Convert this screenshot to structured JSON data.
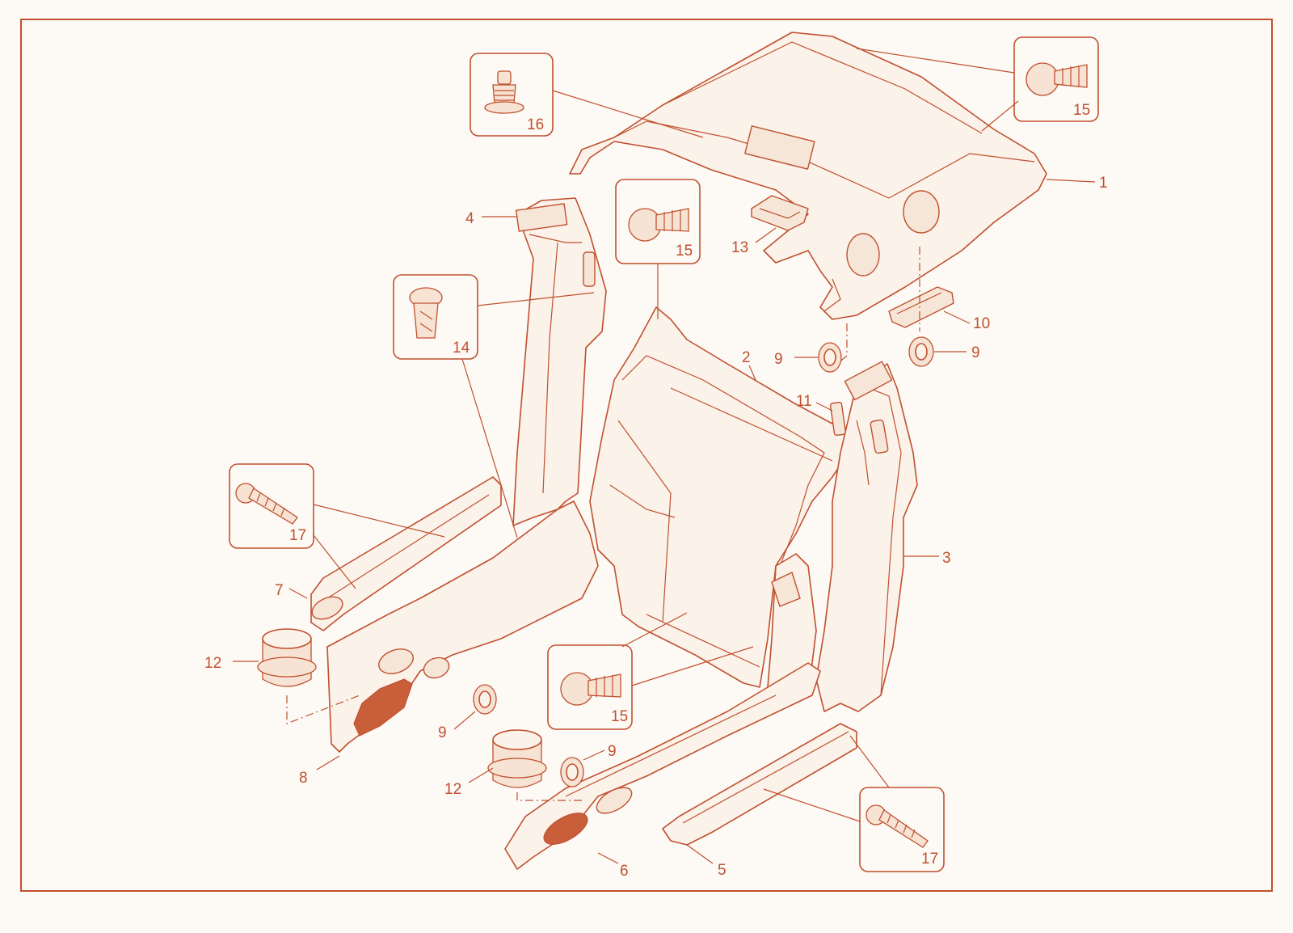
{
  "callouts": {
    "c1": "1",
    "c2": "2",
    "c3": "3",
    "c4": "4",
    "c5": "5",
    "c6": "6",
    "c7": "7",
    "c8": "8",
    "c9a": "9",
    "c9b": "9",
    "c9c": "9",
    "c9d": "9",
    "c10": "10",
    "c11": "11",
    "c12a": "12",
    "c12b": "12",
    "c13": "13"
  },
  "fastener_boxes": {
    "b16": "16",
    "b15_top": "15",
    "b15_mid": "15",
    "b14": "14",
    "b17_left": "17",
    "b15_bottom": "15",
    "b17_right": "17"
  },
  "colors": {
    "line": "#c0502e",
    "background": "#fdfaf6",
    "part_fill": "#fbf2ea"
  }
}
